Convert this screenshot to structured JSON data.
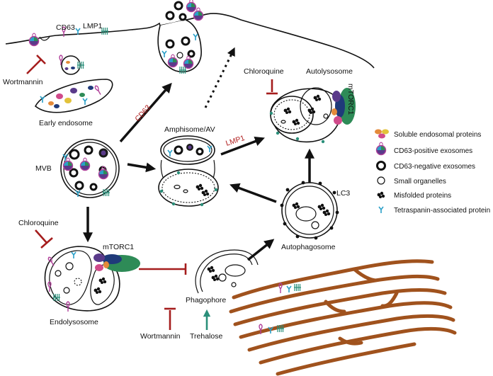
{
  "labels": {
    "cd63_top": "CD63",
    "lmp1_top": "LMP1",
    "wortmannin_top": "Wortmannin",
    "early_endosome": "Early endosome",
    "mvb": "MVB",
    "cd63_arrow": "CD63",
    "amphisome": "Amphisome/AV",
    "lmp1_arrow": "LMP1",
    "chloroquine_top": "Chloroquine",
    "autolysosome": "Autolysosome",
    "mtorc1_top": "mTORC1",
    "lc3": "LC3",
    "autophagosome": "Autophagosome",
    "chloroquine_left": "Chloroquine",
    "mtorc1_left": "mTORC1",
    "endolysosome": "Endolysosome",
    "phagophore": "Phagophore",
    "wortmannin_bottom": "Wortmannin",
    "trehalose": "Trehalose"
  },
  "legend": [
    {
      "icon": "soluble-protein-icon",
      "label": "Soluble endosomal proteins"
    },
    {
      "icon": "cd63-exosome-icon",
      "label": "CD63-positive exosomes"
    },
    {
      "icon": "cd63-negative-exosome-icon",
      "label": "CD63-negative exosomes"
    },
    {
      "icon": "small-organelle-icon",
      "label": "Small organelles"
    },
    {
      "icon": "misfolded-protein-icon",
      "label": "Misfolded proteins"
    },
    {
      "icon": "tetraspanin-icon",
      "label": "Tetraspanin-associated protein"
    }
  ],
  "colors": {
    "inhibitor_red": "#a51d1d",
    "activator_teal": "#2a8f7a",
    "tetraspanin_blue": "#2aa0c8",
    "cd63_magenta": "#b0409a",
    "er_brown": "#a0521d",
    "mtorc1_green": "#2e8b57",
    "mtorc1_navy": "#1f3a7a"
  }
}
